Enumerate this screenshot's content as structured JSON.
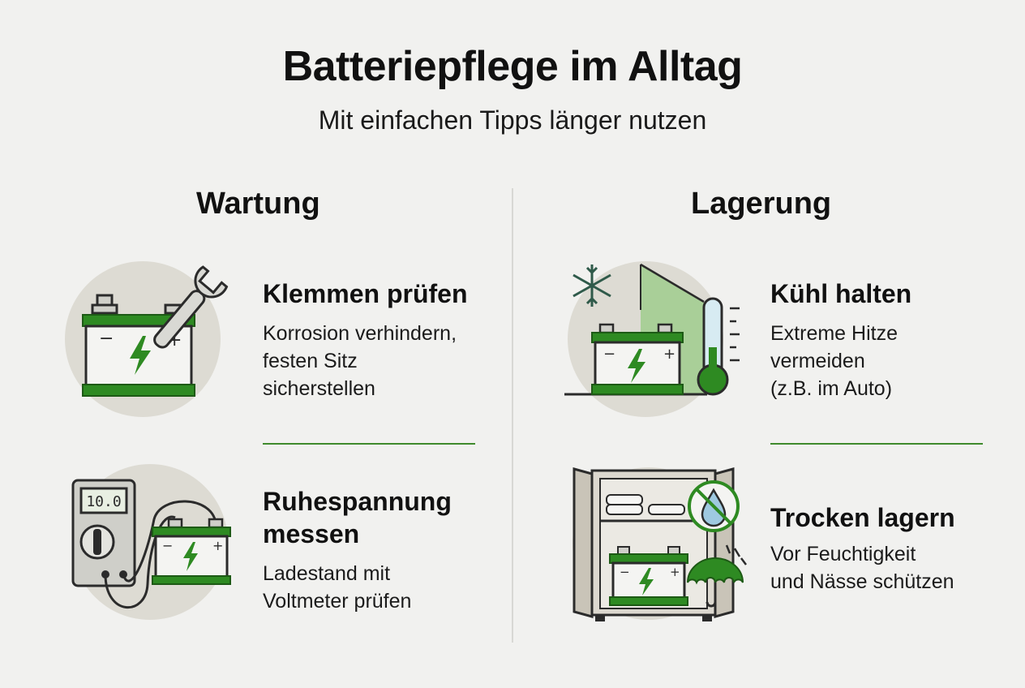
{
  "header": {
    "title": "Batteriepflege im Alltag",
    "subtitle": "Mit einfachen Tipps länger nutzen"
  },
  "colors": {
    "accent_green": "#2e8a22",
    "dark_outline": "#2b2b2b",
    "circle_bg": "#dddbd3",
    "background": "#f1f1ef"
  },
  "columns": {
    "left": {
      "heading": "Wartung",
      "items": [
        {
          "title": "Klemmen prüfen",
          "description": "Korrosion verhindern,\nfesten Sitz\nsicherstellen",
          "icon": "battery-wrench-icon"
        },
        {
          "title": "Ruhespannung\nmessen",
          "description": "Ladestand mit\nVoltmeter prüfen",
          "icon": "multimeter-battery-icon",
          "meter_reading": "10.0"
        }
      ]
    },
    "right": {
      "heading": "Lagerung",
      "items": [
        {
          "title": "Kühl halten",
          "description": "Extreme Hitze\nvermeiden\n(z.B. im Auto)",
          "icon": "battery-thermometer-snowflake-icon"
        },
        {
          "title": "Trocken lagern",
          "description": "Vor Feuchtigkeit\nund Nässe schützen",
          "icon": "cabinet-battery-umbrella-icon"
        }
      ]
    }
  }
}
